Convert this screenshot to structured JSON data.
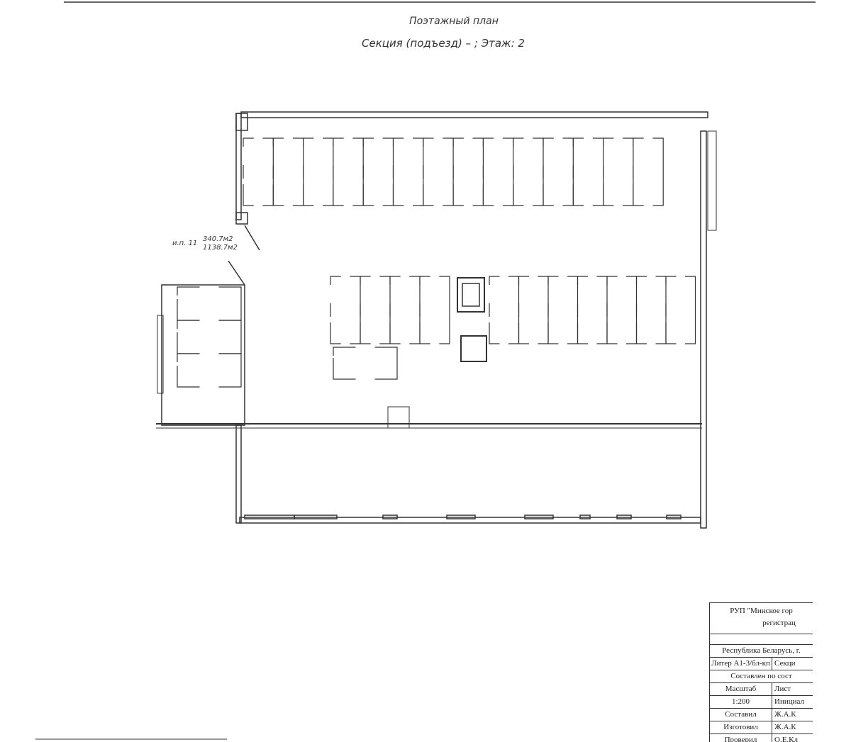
{
  "header": {
    "title": "Поэтажный план",
    "subtitle": "Секция (подъезд) –  ; Этаж: 2"
  },
  "annotation": {
    "label": "и.п. 11",
    "area_1": "340.7м2",
    "area_2": "1138.7м2"
  },
  "title_block": {
    "org_line1": "РУП \"Минское гор",
    "org_line2": "регистрац",
    "address": "Республика Беларусь, г.",
    "liter": "Литер А1-3/бл-кп",
    "section": "Секци",
    "compiled_by_state": "Составлен по сост",
    "rows": [
      {
        "label": "Масштаб",
        "value": "Лист"
      },
      {
        "label": "1:200",
        "value": "Инициал"
      },
      {
        "label": "Составил",
        "value": "Ж.А.К"
      },
      {
        "label": "Изготовил",
        "value": "Ж.А.К"
      },
      {
        "label": "Проверил",
        "value": "О.Е.Кл"
      }
    ]
  }
}
